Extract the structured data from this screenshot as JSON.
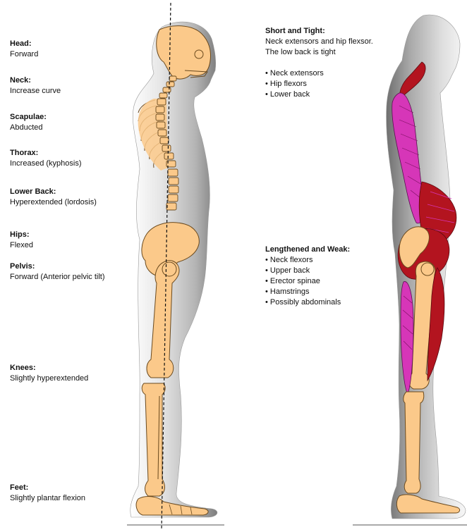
{
  "left_labels": [
    {
      "title": "Head:",
      "value": "Forward"
    },
    {
      "title": "Neck:",
      "value": "Increase curve"
    },
    {
      "title": "Scapulae:",
      "value": "Abducted"
    },
    {
      "title": "Thorax:",
      "value": "Increased (kyphosis)"
    },
    {
      "title": "Lower Back:",
      "value": "Hyperextended (lordosis)"
    },
    {
      "title": "Hips:",
      "value": "Flexed"
    },
    {
      "title": "Pelvis:",
      "value": "Forward (Anterior pelvic tilt)"
    },
    {
      "title": "Knees:",
      "value": "Slightly hyperextended"
    },
    {
      "title": "Feet:",
      "value": "Slightly plantar flexion"
    }
  ],
  "short_tight": {
    "title": "Short and Tight:",
    "lines": [
      "Neck extensors and hip flexsor.",
      "The low back is tight"
    ],
    "items": [
      "Neck extensors",
      "Hip flexors",
      "Lower back"
    ]
  },
  "lengthened_weak": {
    "title": "Lengthened and Weak:",
    "items": [
      "Neck flexors",
      "Upper back",
      "Erector spinae",
      "Hamstrings",
      "Possibly abdominals"
    ]
  },
  "colors": {
    "bone": "#fbc98a",
    "bone_outline": "#6b4a1e",
    "muscle_tight": "#b3141f",
    "muscle_weak": "#d636b8",
    "body_gray_light": "#f2f2f2",
    "body_gray_dark": "#8a8a8a"
  }
}
